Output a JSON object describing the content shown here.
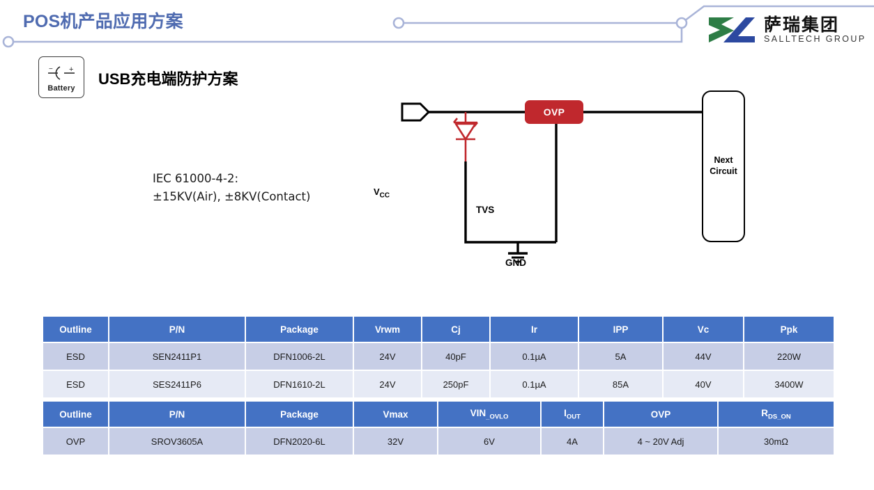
{
  "header": {
    "title": "POS机产品应用方案",
    "title_color": "#4f6bb0",
    "logo": {
      "name_cn": "萨瑞集团",
      "name_en": "SALLTECH GROUP",
      "mark_green": "#2e7d46",
      "mark_blue": "#2c49a0"
    },
    "deco_line_color": "#a9b4d8"
  },
  "badge": {
    "label": "Battery",
    "icon": "battery-icon",
    "minus": "−",
    "plus": "+"
  },
  "section": {
    "heading_latin": "USB",
    "heading_cn": "充电端防护方案"
  },
  "note": {
    "line1": "IEC 61000-4-2:",
    "line2": "±15KV(Air), ±8KV(Contact)"
  },
  "circuit": {
    "vcc_label": "Vcc",
    "vcc_main": "V",
    "vcc_sub": "CC",
    "tvs_label": "TVS",
    "gnd_label": "GND",
    "ovp_label": "OVP",
    "next_circuit_line1": "Next",
    "next_circuit_line2": "Circuit",
    "ovp_color": "#c0282d",
    "tvs_color": "#c0282d",
    "wire_color": "#000000"
  },
  "tables": [
    {
      "id": "table-esd",
      "columns": [
        "Outline",
        "P/N",
        "Package",
        "Vrwm",
        "Cj",
        "Ir",
        "IPP",
        "Vc",
        "Ppk"
      ],
      "widths": [
        94,
        196,
        155,
        98,
        98,
        127,
        121,
        116,
        129
      ],
      "rows": [
        [
          "ESD",
          "SEN2411P1",
          "DFN1006-2L",
          "24V",
          "40pF",
          "0.1µA",
          "5A",
          "44V",
          "220W"
        ],
        [
          "ESD",
          "SES2411P6",
          "DFN1610-2L",
          "24V",
          "250pF",
          "0.1µA",
          "85A",
          "40V",
          "3400W"
        ]
      ]
    },
    {
      "id": "table-ovp",
      "columns": [
        "Outline",
        "P/N",
        "Package",
        "Vmax",
        "VIN_OVLO",
        "IOUT",
        "OVP",
        "RDS_ON"
      ],
      "column_parts": [
        {
          "base": "Outline",
          "sub": ""
        },
        {
          "base": "P/N",
          "sub": ""
        },
        {
          "base": "Package",
          "sub": ""
        },
        {
          "base": "Vmax",
          "sub": ""
        },
        {
          "base": "VIN",
          "sub": "_OVLO"
        },
        {
          "base": "I",
          "sub": "OUT"
        },
        {
          "base": "OVP",
          "sub": ""
        },
        {
          "base": "R",
          "sub": "DS_ON"
        }
      ],
      "widths": [
        94,
        196,
        155,
        121,
        148,
        90,
        164,
        166
      ],
      "rows": [
        [
          "OVP",
          "SROV3605A",
          "DFN2020-6L",
          "32V",
          "6V",
          "4A",
          "4 ~ 20V Adj",
          "30mΩ"
        ]
      ]
    }
  ],
  "theme": {
    "header_bg": "#4472c4",
    "row_odd": "#c7cee6",
    "row_even": "#e6eaf5"
  }
}
